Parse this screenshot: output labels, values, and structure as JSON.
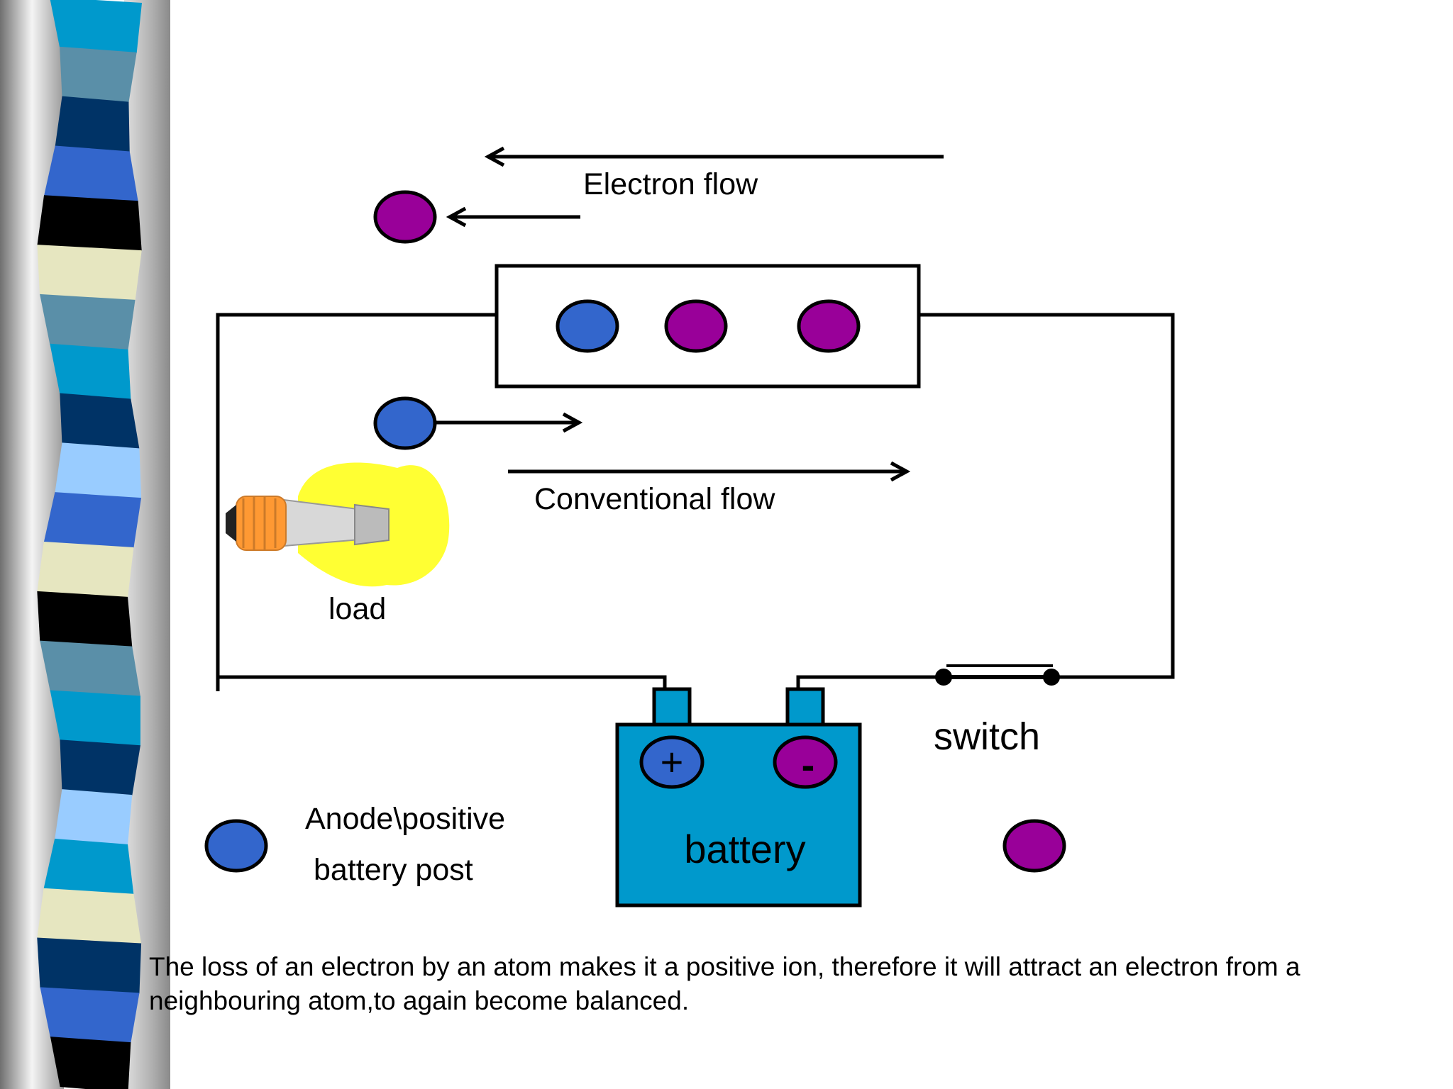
{
  "slide": {
    "labels": {
      "electron_flow": "Electron flow",
      "conventional_flow": "Conventional flow",
      "load": "load",
      "switch": "switch",
      "battery": "battery",
      "plus": "+",
      "minus": "-",
      "anode_line1": "Anode\\positive",
      "anode_line2": "battery post"
    },
    "caption": "The loss of an electron by an atom makes it a positive ion, therefore it will attract an electron  from a neighbouring atom,to again become balanced."
  },
  "colors": {
    "positive_ion": "#3366cc",
    "electron": "#990099",
    "battery_body": "#0099cc",
    "bulb_glass": "#ffff33",
    "bulb_base": "#ff9933"
  }
}
